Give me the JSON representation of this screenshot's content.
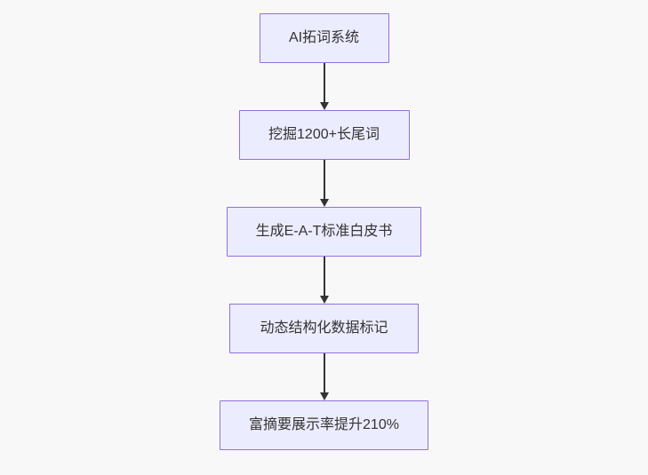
{
  "diagram": {
    "type": "flowchart",
    "direction": "top-down",
    "nodes": [
      {
        "id": "step-1",
        "label": "AI拓词系统"
      },
      {
        "id": "step-2",
        "label": "挖掘1200+长尾词"
      },
      {
        "id": "step-3",
        "label": "生成E-A-T标准白皮书"
      },
      {
        "id": "step-4",
        "label": "动态结构化数据标记"
      },
      {
        "id": "step-5",
        "label": "富摘要展示率提升210%"
      }
    ],
    "edges": [
      {
        "from": "step-1",
        "to": "step-2",
        "style": "arrow-down"
      },
      {
        "from": "step-2",
        "to": "step-3",
        "style": "arrow-down"
      },
      {
        "from": "step-3",
        "to": "step-4",
        "style": "arrow-down"
      },
      {
        "from": "step-4",
        "to": "step-5",
        "style": "arrow-down"
      }
    ],
    "colors": {
      "node_fill": "#ECECFF",
      "node_border": "#9370DB",
      "arrow": "#333333",
      "text": "#333333",
      "background": "#F8F8F8"
    }
  }
}
